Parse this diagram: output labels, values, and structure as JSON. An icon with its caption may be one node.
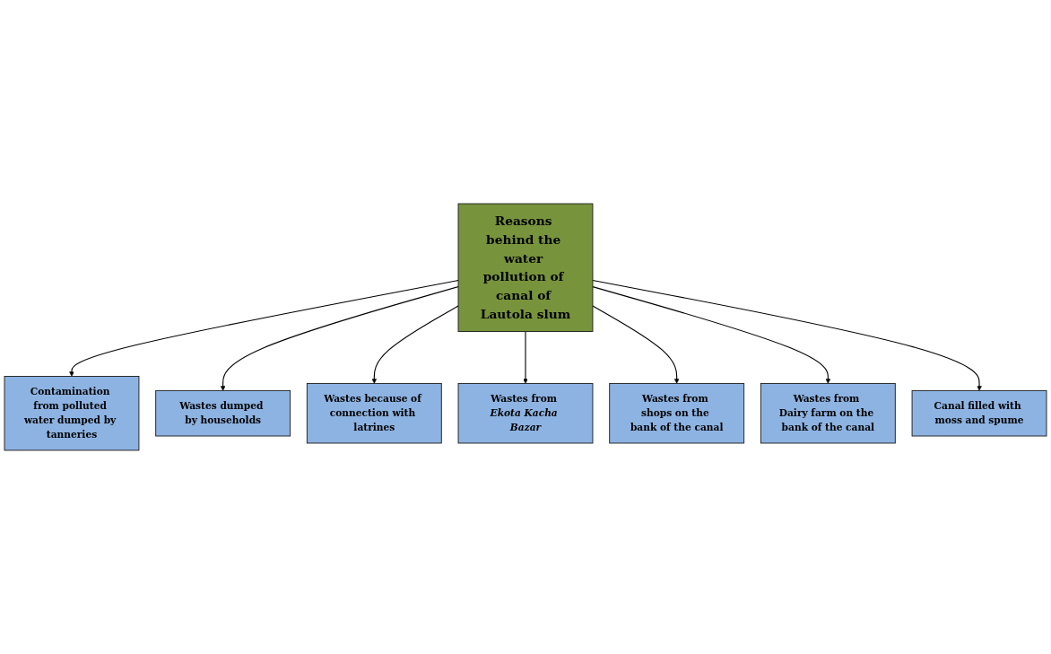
{
  "diagram": {
    "nodes": [
      {
        "text": [
          "Contamination from polluted water dumped by tanneries"
        ]
      },
      {
        "text": [
          "Wastes dumped by households"
        ]
      },
      {
        "text": [
          "Wastes because of connection with latrines"
        ]
      },
      {
        "text": [
          "Reasons behind the water pollution of canal of Lautola slum"
        ]
      },
      {
        "text": [
          "Wastes from *Ekota Kacha Bazar*"
        ]
      },
      {
        "text": [
          "Wastes from shops on the bank of the canal"
        ]
      },
      {
        "text": [
          "Wastes from Dairy farm on the bank of the canal"
        ]
      },
      {
        "text": [
          "Canal filled with moss and spume"
        ]
      }
    ],
    "edges": [
      {
        "from": 3,
        "to": 0,
        "arrow": "to"
      },
      {
        "from": 3,
        "to": 1,
        "arrow": "to"
      },
      {
        "from": 3,
        "to": 2,
        "arrow": "to"
      },
      {
        "from": 3,
        "to": 4,
        "arrow": "to"
      },
      {
        "from": 3,
        "to": 5,
        "arrow": "to"
      },
      {
        "from": 3,
        "to": 6,
        "arrow": "to"
      },
      {
        "from": 3,
        "to": 7,
        "arrow": "to"
      }
    ]
  }
}
